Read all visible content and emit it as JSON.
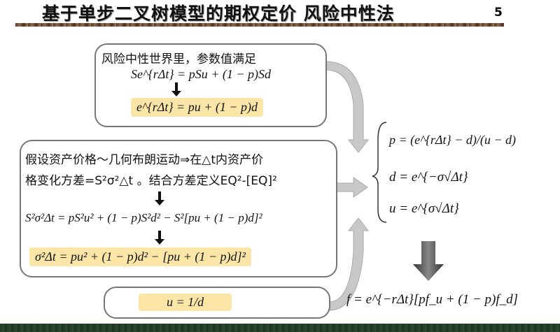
{
  "title": "基于单步二叉树模型的期权定价  风险中性法",
  "page_number": "5",
  "box1": {
    "text": "风险中性世界里，参数值满足",
    "eq1": "Se^{rΔt} = pSu + (1 − p)Sd",
    "eq2": "e^{rΔt} = pu + (1 − p)d"
  },
  "box2": {
    "line1": "假设资产价格～几何布朗运动⇒在△t内资产价",
    "line2": "格变化方差=S²σ²△t 。结合方差定义EQ²-[EQ]²",
    "eq1": "S²σ²Δt = pS²u² + (1 − p)S²d² − S²[pu + (1 − p)d]²",
    "eq2": "σ²Δt = pu² + (1 − p)d² − [pu + (1 − p)d]²"
  },
  "box3": {
    "eq": "u = 1/d"
  },
  "results": {
    "p": "p = (e^{rΔt} − d)/(u − d)",
    "d": "d = e^{−σ√Δt}",
    "u": "u = e^{σ√Δt}"
  },
  "final": "f = e^{−rΔt}[pf_u + (1 − p)f_d]"
}
